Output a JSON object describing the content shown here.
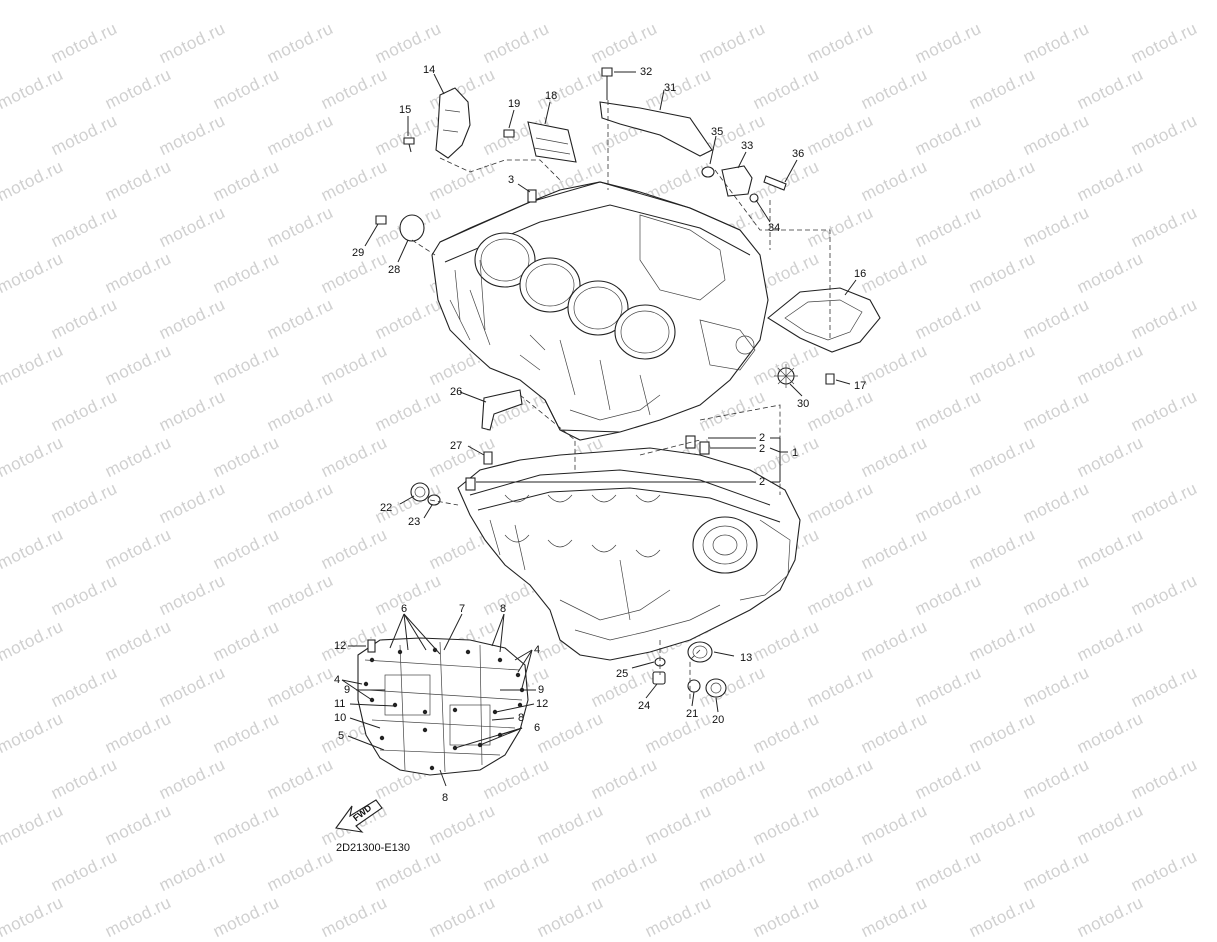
{
  "watermark": {
    "text": "motod.ru"
  },
  "diagram": {
    "code": "2D21300-E130",
    "fwd_label": "FWD"
  },
  "callouts": [
    {
      "id": "c32",
      "text": "32"
    },
    {
      "id": "c31",
      "text": "31"
    },
    {
      "id": "c14",
      "text": "14"
    },
    {
      "id": "c15",
      "text": "15"
    },
    {
      "id": "c19",
      "text": "19"
    },
    {
      "id": "c18",
      "text": "18"
    },
    {
      "id": "c35",
      "text": "35"
    },
    {
      "id": "c33",
      "text": "33"
    },
    {
      "id": "c36",
      "text": "36"
    },
    {
      "id": "c3",
      "text": "3"
    },
    {
      "id": "c34",
      "text": "34"
    },
    {
      "id": "c29",
      "text": "29"
    },
    {
      "id": "c28",
      "text": "28"
    },
    {
      "id": "c16",
      "text": "16"
    },
    {
      "id": "c17",
      "text": "17"
    },
    {
      "id": "c30",
      "text": "30"
    },
    {
      "id": "c26",
      "text": "26"
    },
    {
      "id": "c2a",
      "text": "2"
    },
    {
      "id": "c2b",
      "text": "2"
    },
    {
      "id": "c1",
      "text": "1"
    },
    {
      "id": "c27",
      "text": "27"
    },
    {
      "id": "c2c",
      "text": "2"
    },
    {
      "id": "c22",
      "text": "22"
    },
    {
      "id": "c23",
      "text": "23"
    },
    {
      "id": "c6a",
      "text": "6"
    },
    {
      "id": "c7",
      "text": "7"
    },
    {
      "id": "c8a",
      "text": "8"
    },
    {
      "id": "c12a",
      "text": "12"
    },
    {
      "id": "c4a",
      "text": "4"
    },
    {
      "id": "c4b",
      "text": "4"
    },
    {
      "id": "c9a",
      "text": "9"
    },
    {
      "id": "c9b",
      "text": "9"
    },
    {
      "id": "c11",
      "text": "11"
    },
    {
      "id": "c12b",
      "text": "12"
    },
    {
      "id": "c10",
      "text": "10"
    },
    {
      "id": "c8b",
      "text": "8"
    },
    {
      "id": "c6b",
      "text": "6"
    },
    {
      "id": "c5",
      "text": "5"
    },
    {
      "id": "c8c",
      "text": "8"
    },
    {
      "id": "c13",
      "text": "13"
    },
    {
      "id": "c25",
      "text": "25"
    },
    {
      "id": "c24",
      "text": "24"
    },
    {
      "id": "c21",
      "text": "21"
    },
    {
      "id": "c20",
      "text": "20"
    }
  ]
}
